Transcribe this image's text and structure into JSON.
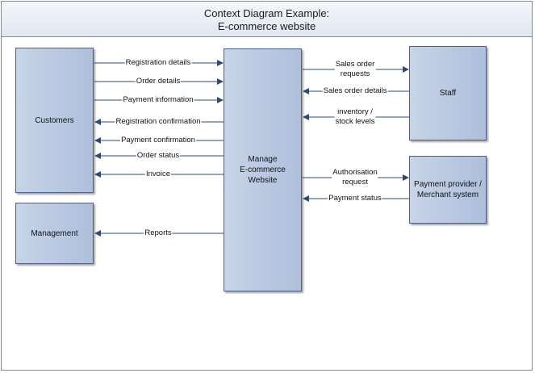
{
  "title": {
    "line1": "Context Diagram Example:",
    "line2": "E-commerce website"
  },
  "entities": {
    "customers": "Customers",
    "management": "Management",
    "process": [
      "Manage",
      "E-commerce",
      "Website"
    ],
    "staff": "Staff",
    "payment_provider": [
      "Payment provider /",
      "Merchant system"
    ]
  },
  "flows": {
    "registration_details": "Registration details",
    "order_details": "Order details",
    "payment_information": "Payment information",
    "registration_confirmation": "Registration confirmation",
    "payment_confirmation": "Payment confirmation",
    "order_status": "Order status",
    "invoice": "Invoice",
    "reports": "Reports",
    "sales_order_requests": [
      "Sales order",
      "requests"
    ],
    "sales_order_details": "Sales order details",
    "inventory_stock_levels": [
      "inventory /",
      "stock levels"
    ],
    "authorisation_request": [
      "Authorisation",
      "request"
    ],
    "payment_status": "Payment status"
  },
  "colors": {
    "box_border": "#4a6287",
    "box_fill_light": "#c7d4e8",
    "box_fill_dark": "#aebfdb",
    "arrow": "#2f4a75"
  }
}
